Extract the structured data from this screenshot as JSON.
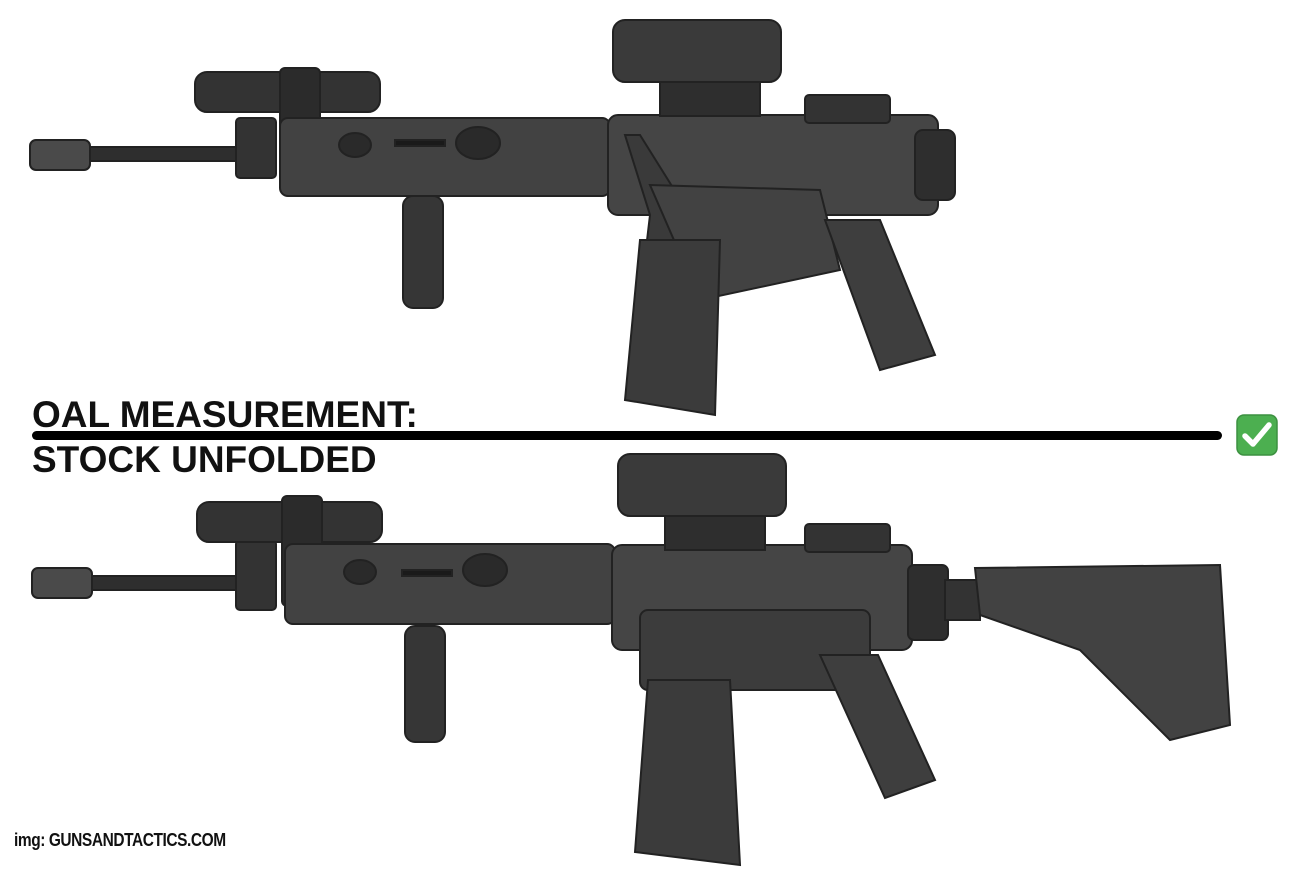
{
  "caption": {
    "line1": "OAL MEASUREMENT:",
    "line2": "STOCK UNFOLDED"
  },
  "status_icon": "check-mark-button-emoji",
  "credit": "img: GUNSANDTACTICS.COM",
  "colors": {
    "rifle_body": "#3f3f3f",
    "rifle_dark": "#2a2a2a",
    "check_bg": "#4caf50",
    "divider": "#000000",
    "background": "#ffffff"
  }
}
